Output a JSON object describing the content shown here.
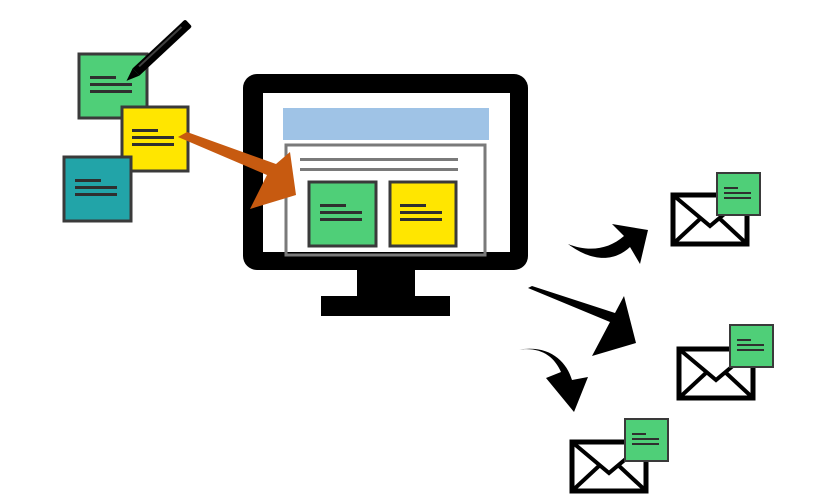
{
  "diagram": {
    "description_text": "",
    "colors": {
      "note_green": "#4fcf78",
      "note_yellow": "#ffe600",
      "note_teal": "#22a4a8",
      "note_border": "#3a3a3a",
      "note_lines": "#2f2f2f",
      "monitor": "#000000",
      "browser_bar": "#9fc3e6",
      "frame_gray": "#7a7a7a",
      "orange_arrow": "#c75a10",
      "black_arrow": "#000000"
    },
    "icons": {
      "pencil": "pencil-icon",
      "monitor": "monitor-icon",
      "envelope": "envelope-icon"
    },
    "notes_left": [
      "green-note",
      "yellow-note",
      "teal-note"
    ],
    "notes_on_screen": [
      "green-note",
      "yellow-note"
    ],
    "envelopes": [
      "envelope-top",
      "envelope-middle",
      "envelope-bottom"
    ]
  }
}
